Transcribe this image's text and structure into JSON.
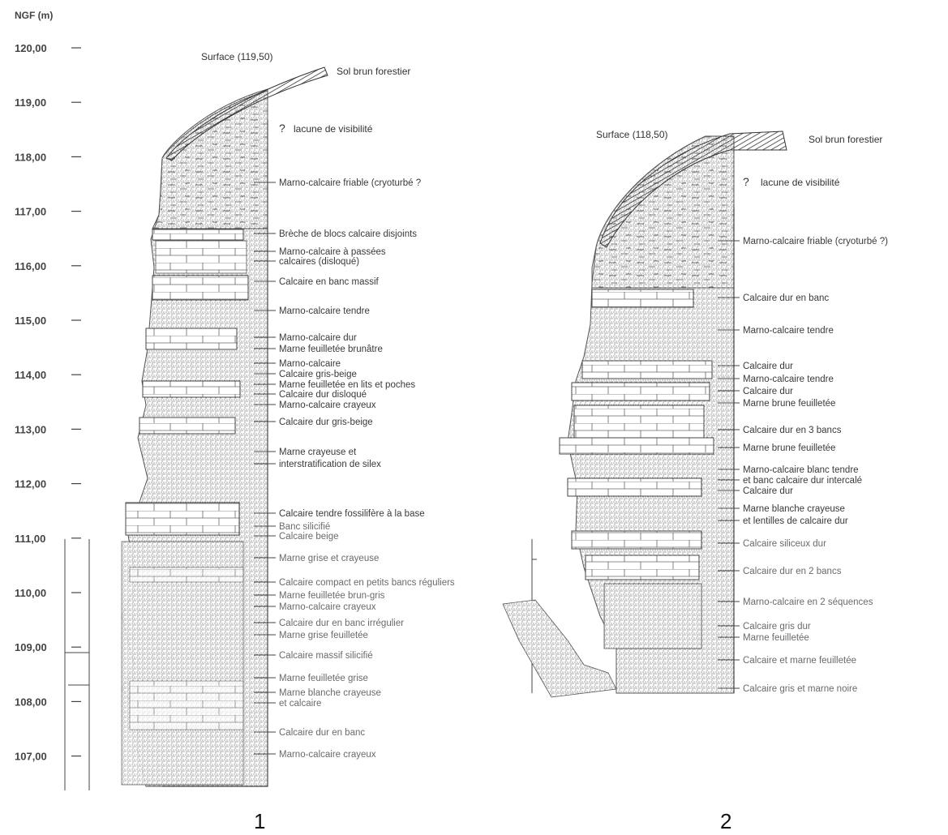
{
  "axis": {
    "unit": "NGF (m)",
    "ticks": [
      "120,00",
      "119,00",
      "118,00",
      "117,00",
      "116,00",
      "115,00",
      "114,00",
      "113,00",
      "112,00",
      "111,00",
      "110,00",
      "109,00",
      "108,00",
      "107,00"
    ]
  },
  "log1": {
    "number": "1",
    "surface": "Surface (119,50)",
    "soil": "Sol brun forestier",
    "gap": "lacune de visibilité",
    "units": [
      "Marno-calcaire friable (cryoturbé ?",
      "Brèche de blocs calcaire disjoints",
      "Marno-calcaire à passées",
      "calcaires (disloqué)",
      "Calcaire en banc massif",
      "Marno-calcaire tendre",
      "Marno-calcaire dur",
      "Marne feuilletée brunâtre",
      "Marno-calcaire",
      "Calcaire gris-beige",
      "Marne feuilletée en lits et poches",
      "Calcaire dur disloqué",
      "Marno-calcaire crayeux",
      "Calcaire dur gris-beige",
      "Marne crayeuse et",
      "interstratification de silex",
      "Calcaire tendre fossilifère à la base",
      "Banc silicifié",
      "Calcaire beige",
      "Marne grise et crayeuse",
      "Calcaire compact en petits bancs réguliers",
      "Marne feuilletée brun-gris",
      "Marno-calcaire crayeux",
      "Calcaire dur en banc irrégulier",
      "Marne grise feuilletée",
      "Calcaire massif silicifié",
      "Marne feuilletée grise",
      "Marne blanche crayeuse",
      "et calcaire",
      "Calcaire dur en banc",
      "Marno-calcaire crayeux"
    ]
  },
  "log2": {
    "number": "2",
    "surface": "Surface (118,50)",
    "soil": "Sol brun forestier",
    "gap": "lacune de visibilité",
    "units": [
      "Marno-calcaire friable (cryoturbé ?)",
      "Calcaire dur en banc",
      "Marno-calcaire tendre",
      "Calcaire dur",
      "Marno-calcaire tendre",
      "Calcaire dur",
      "Marne brune feuilletée",
      "Calcaire dur en 3 bancs",
      "Marne brune feuilletée",
      "Marno-calcaire blanc tendre",
      "et banc calcaire dur intercalé",
      "Calcaire dur",
      "Marne blanche crayeuse",
      "et lentilles de calcaire dur",
      "Calcaire siliceux dur",
      "Calcaire dur en 2 bancs",
      "Marno-calcaire en 2 séquences",
      "Calcaire gris dur",
      "Marne feuilletée",
      "Calcaire et marne feuilletée",
      "Calcaire gris et marne noire"
    ]
  }
}
